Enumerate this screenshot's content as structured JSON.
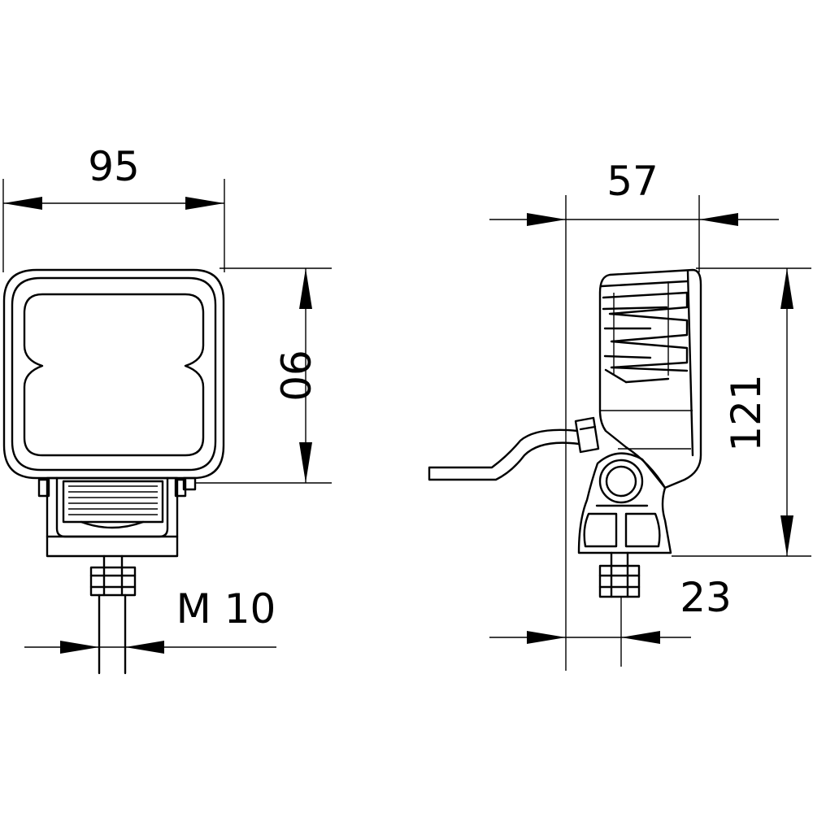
{
  "front_view": {
    "width_label": "95",
    "height_label": "90",
    "thread_label": "M 10"
  },
  "side_view": {
    "depth_label": "57",
    "height_label": "121",
    "offset_label": "23"
  }
}
